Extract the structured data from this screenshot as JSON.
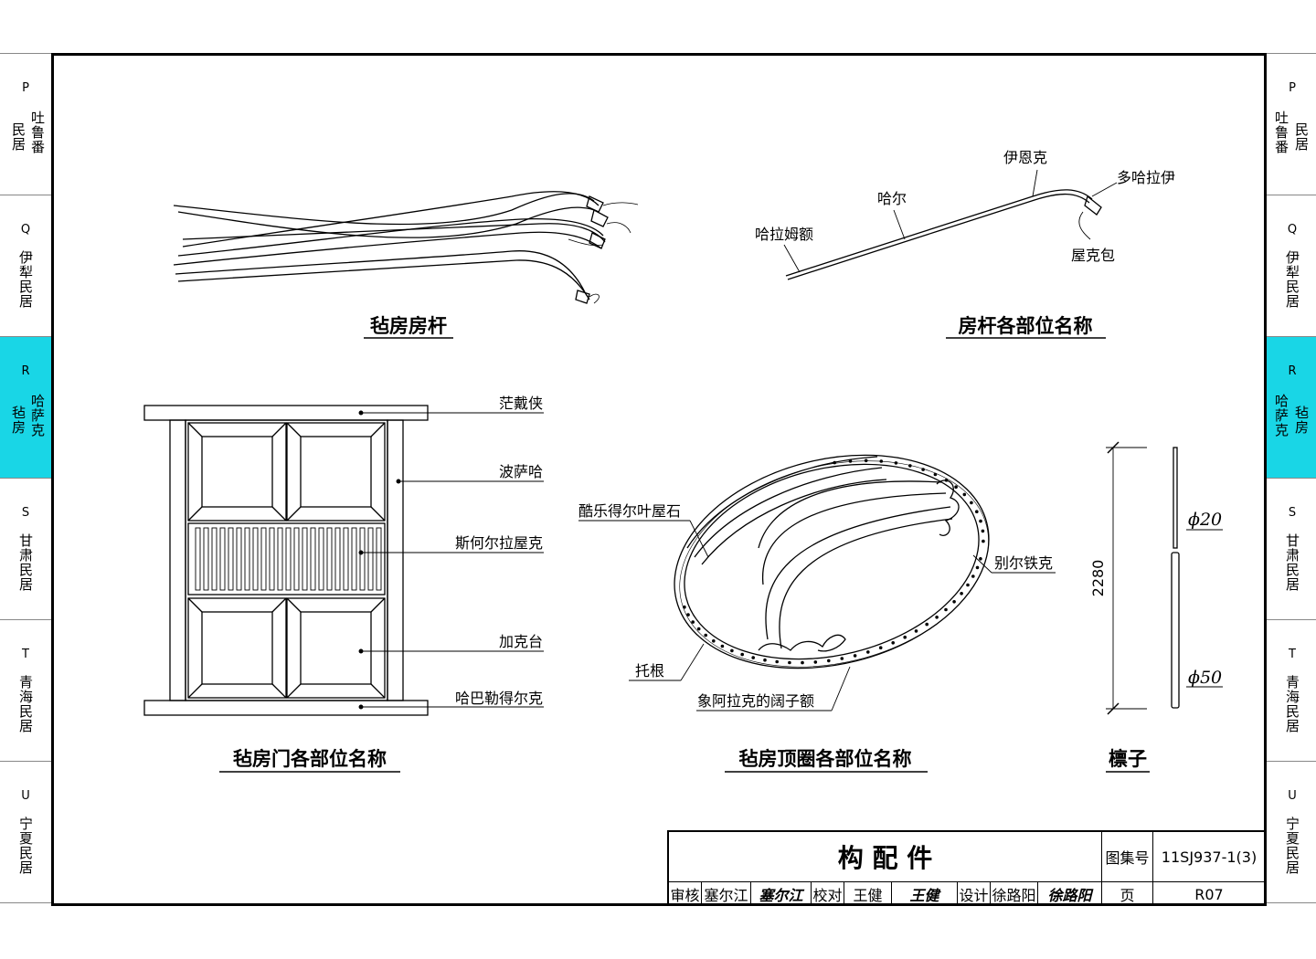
{
  "left_tabs": [
    {
      "letter": "P",
      "col_a": "民居",
      "col_b": "吐鲁番",
      "active": false
    },
    {
      "letter": "Q",
      "col_a": "伊犁民居",
      "col_b": "",
      "active": false
    },
    {
      "letter": "R",
      "col_a": "毡房",
      "col_b": "哈萨克",
      "active": true
    },
    {
      "letter": "S",
      "col_a": "甘肃民居",
      "col_b": "",
      "active": false
    },
    {
      "letter": "T",
      "col_a": "青海民居",
      "col_b": "",
      "active": false
    },
    {
      "letter": "U",
      "col_a": "宁夏民居",
      "col_b": "",
      "active": false
    }
  ],
  "right_tabs": [
    {
      "letter": "P",
      "col_a": "吐鲁番",
      "col_b": "民居",
      "active": false
    },
    {
      "letter": "Q",
      "col_a": "伊犁民居",
      "col_b": "",
      "active": false
    },
    {
      "letter": "R",
      "col_a": "哈萨克",
      "col_b": "毡房",
      "active": true
    },
    {
      "letter": "S",
      "col_a": "甘肃民居",
      "col_b": "",
      "active": false
    },
    {
      "letter": "T",
      "col_a": "青海民居",
      "col_b": "",
      "active": false
    },
    {
      "letter": "U",
      "col_a": "宁夏民居",
      "col_b": "",
      "active": false
    }
  ],
  "colors": {
    "active_tab": "#19d6e6",
    "line": "#000000"
  },
  "figures": {
    "poles": {
      "title": "毡房房杆"
    },
    "pole_parts": {
      "title": "房杆各部位名称",
      "labels": {
        "yienke": "伊恩克",
        "duohalayi": "多哈拉伊",
        "haer": "哈尔",
        "halamue": "哈拉姆额",
        "wukebao": "屋克包"
      }
    },
    "door": {
      "title": "毡房门各部位名称",
      "labels": {
        "mangdaixia": "茫戴侠",
        "bosaha": "波萨哈",
        "sihe": "斯何尔拉屋克",
        "jiaketai": "加克台",
        "haba": "哈巴勒得尔克"
      }
    },
    "ring": {
      "title": "毡房顶圈各部位名称",
      "labels": {
        "kule": "酷乐得尔叶屋石",
        "bieer": "别尔铁克",
        "tuogen": "托根",
        "xiang": "象阿拉克的阔子额"
      }
    },
    "purlin": {
      "title": "檩子",
      "length": "2280",
      "d_top": "ϕ20",
      "d_bottom": "ϕ50"
    }
  },
  "title_block": {
    "drawing_title": "构 配 件",
    "atlas_label": "图集号",
    "atlas_no": "11SJ937-1(3)",
    "review_label": "审核",
    "reviewer": "塞尔江",
    "reviewer_sig": "塞尔江",
    "check_label": "校对",
    "checker": "王健",
    "checker_sig": "王健",
    "design_label": "设计",
    "designer": "徐路阳",
    "designer_sig": "徐路阳",
    "page_label": "页",
    "page_no": "R07"
  }
}
